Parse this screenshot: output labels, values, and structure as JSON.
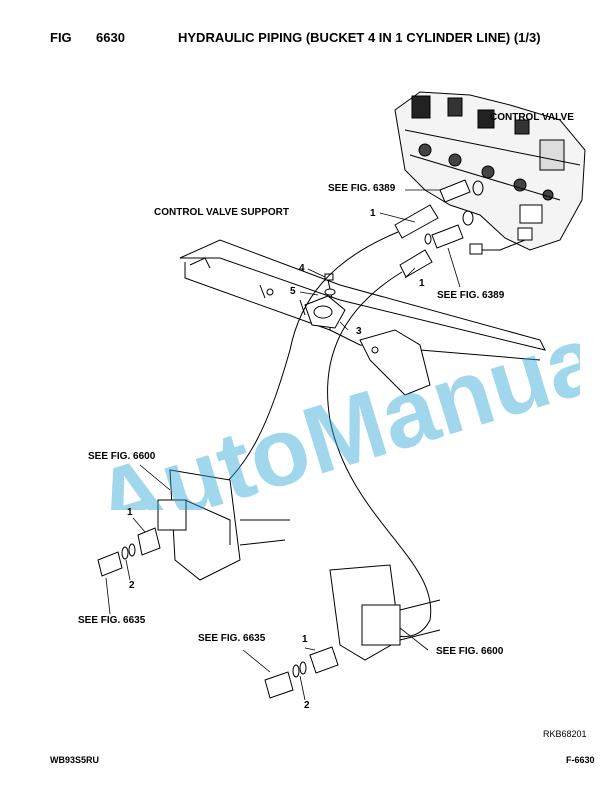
{
  "header": {
    "fig_label": "FIG",
    "fig_number": "6630",
    "title": "HYDRAULIC PIPING (BUCKET 4 IN 1 CYLINDER LINE) (1/3)"
  },
  "callouts": {
    "control_valve": "CONTROL VALVE",
    "control_valve_support": "CONTROL VALVE SUPPORT",
    "see_6389_top": "SEE FIG. 6389",
    "see_6389_right": "SEE FIG. 6389",
    "see_6600_left": "SEE FIG. 6600",
    "see_6600_right": "SEE FIG. 6600",
    "see_6635_left": "SEE FIG. 6635",
    "see_6635_bottom": "SEE FIG. 6635"
  },
  "item_numbers": {
    "hose_top": "1",
    "hose_mid": "1",
    "bolt": "4",
    "washer": "5",
    "clamp": "3",
    "hose_left": "1",
    "oring_left": "2",
    "hose_bottom": "1",
    "oring_bottom": "2"
  },
  "watermark": "AutoManual",
  "drawing_ref": "RKB68201",
  "footer": {
    "model": "WB93S5RU",
    "page": "F-6630"
  }
}
